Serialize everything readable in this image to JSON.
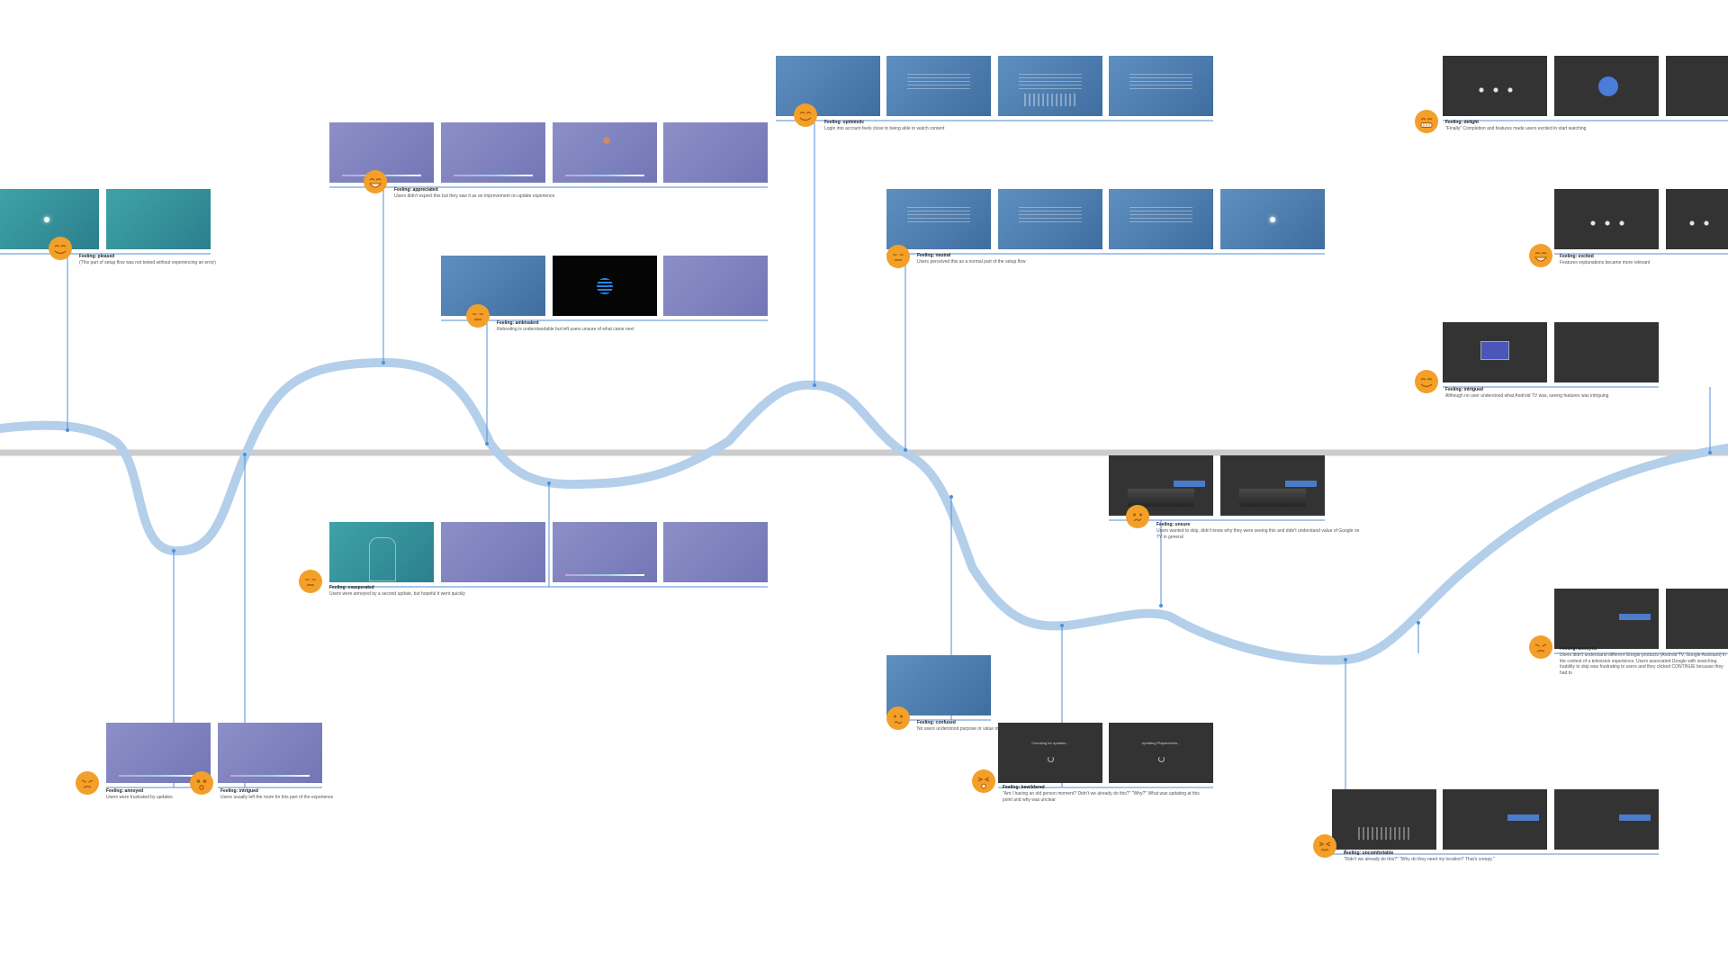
{
  "colors": {
    "curve": "#b3cfea",
    "baseline": "#cccccc",
    "connector": "#4f8fd6",
    "face": "#f2a02a"
  },
  "stages": [
    {
      "id": "pleased",
      "feeling": "Feeling: pleased",
      "description": "(This part of setup flow was not tested without experiencing an error)",
      "note": "",
      "expression": "smile",
      "screens": [
        {
          "kind": "teal",
          "text": ""
        },
        {
          "kind": "teal",
          "text": ""
        }
      ]
    },
    {
      "id": "appreciated",
      "feeling": "Feeling: appreciated",
      "description": "Users didn't expect this but they saw it as an improvement on update experience",
      "note": "",
      "expression": "big-smile",
      "screens": [
        {
          "kind": "purple",
          "text": ""
        },
        {
          "kind": "purple",
          "text": ""
        },
        {
          "kind": "purple",
          "text": ""
        },
        {
          "kind": "purple",
          "text": ""
        }
      ]
    },
    {
      "id": "ambivalent",
      "feeling": "Feeling: ambivalent",
      "description": "Rebooting is understandable but left users unsure of what came next",
      "note": "",
      "expression": "flat",
      "screens": [
        {
          "kind": "blue",
          "text": ""
        },
        {
          "kind": "black",
          "text": ""
        },
        {
          "kind": "purple",
          "text": ""
        }
      ]
    },
    {
      "id": "optimistic",
      "feeling": "Feeling: optimistic",
      "description": "Login into account feels close to being able to watch content",
      "note": "",
      "expression": "smile",
      "screens": [
        {
          "kind": "blue",
          "text": ""
        },
        {
          "kind": "blue",
          "text": ""
        },
        {
          "kind": "blue",
          "text": ""
        },
        {
          "kind": "blue",
          "text": ""
        }
      ]
    },
    {
      "id": "neutral",
      "feeling": "Feeling: neutral",
      "description": "Users perceived this as a normal part of the setup flow",
      "note": "",
      "expression": "flat",
      "screens": [
        {
          "kind": "blue",
          "text": ""
        },
        {
          "kind": "blue",
          "text": ""
        },
        {
          "kind": "blue",
          "text": ""
        },
        {
          "kind": "blue",
          "text": ""
        }
      ]
    },
    {
      "id": "delight",
      "feeling": "Feeling: delight",
      "description": "\"Finally\" Completion and features made users excited to start watching",
      "note": "",
      "expression": "grin",
      "screens": [
        {
          "kind": "dark",
          "text": ""
        },
        {
          "kind": "dark",
          "text": ""
        },
        {
          "kind": "dark",
          "text": ""
        }
      ]
    },
    {
      "id": "excited",
      "feeling": "Feeling: excited",
      "description": "Features explanations became more relevant",
      "note": "",
      "expression": "big-smile",
      "screens": [
        {
          "kind": "dark",
          "text": ""
        },
        {
          "kind": "dark",
          "text": ""
        }
      ]
    },
    {
      "id": "intrigued-top",
      "feeling": "Feeling: intrigued",
      "description": "Although no user understood what Android TV was, seeing features was intriguing",
      "note": "",
      "expression": "smile",
      "screens": [
        {
          "kind": "dark",
          "text": ""
        },
        {
          "kind": "dark",
          "text": ""
        }
      ]
    },
    {
      "id": "exasperated",
      "feeling": "Feeling: exasperated",
      "description": "Users were annoyed by a second update, but hopeful it went quickly",
      "note": "",
      "expression": "flat",
      "screens": [
        {
          "kind": "teal",
          "text": ""
        },
        {
          "kind": "purple",
          "text": ""
        },
        {
          "kind": "purple",
          "text": ""
        },
        {
          "kind": "purple",
          "text": ""
        }
      ]
    },
    {
      "id": "annoyed-left",
      "feeling": "Feeling: annoyed",
      "description": "Users were frustrated by updates",
      "note": "",
      "expression": "annoyed",
      "screens": [
        {
          "kind": "purple",
          "text": ""
        }
      ]
    },
    {
      "id": "intrigued-left",
      "feeling": "Feeling: intrigued",
      "description": "Users usually left the room for this part of the experience",
      "note": "",
      "expression": "surprised",
      "screens": [
        {
          "kind": "purple",
          "text": ""
        }
      ]
    },
    {
      "id": "unsure",
      "feeling": "Feeling: unsure",
      "description": "Users wanted to skip, didn't know why they were seeing this and didn't understand value of Google on TV in general",
      "note": "",
      "expression": "unsure",
      "screens": [
        {
          "kind": "dark",
          "text": ""
        },
        {
          "kind": "dark",
          "text": ""
        }
      ]
    },
    {
      "id": "confused",
      "feeling": "Feeling: confused",
      "description": "No users understood purpose or value of this.",
      "note": "",
      "expression": "confused",
      "screens": [
        {
          "kind": "blue",
          "text": ""
        }
      ]
    },
    {
      "id": "bewildered",
      "feeling": "Feeling: bewildered",
      "description": "\"Am I having an old person moment? Didn't we already do this?\" \"Why?\" What was updating at this point and why was unclear",
      "note": "",
      "expression": "bewildered",
      "screens": [
        {
          "kind": "dark",
          "text": "Checking for updates..."
        },
        {
          "kind": "dark",
          "text": "Updating Playservices..."
        }
      ]
    },
    {
      "id": "annoyed-right",
      "feeling": "Feeling: annoyed",
      "description": "Users didn't understand different Google products (Android TV, Google Assistant) in the context of a television experience. Users associated Google with searching. Inability to skip was frustrating to users and they clicked CONTINUE because they had to",
      "note": "",
      "expression": "annoyed",
      "screens": [
        {
          "kind": "dark",
          "text": ""
        },
        {
          "kind": "dark",
          "text": ""
        }
      ]
    },
    {
      "id": "uncomfortable",
      "feeling": "Feeling: uncomfortable",
      "description": "\"Didn't we already do this?\" \"Why do they need my location? That's creepy.\"",
      "note": "",
      "expression": "wince",
      "screens": [
        {
          "kind": "dark",
          "text": ""
        },
        {
          "kind": "dark",
          "text": ""
        },
        {
          "kind": "dark",
          "text": ""
        }
      ]
    }
  ]
}
